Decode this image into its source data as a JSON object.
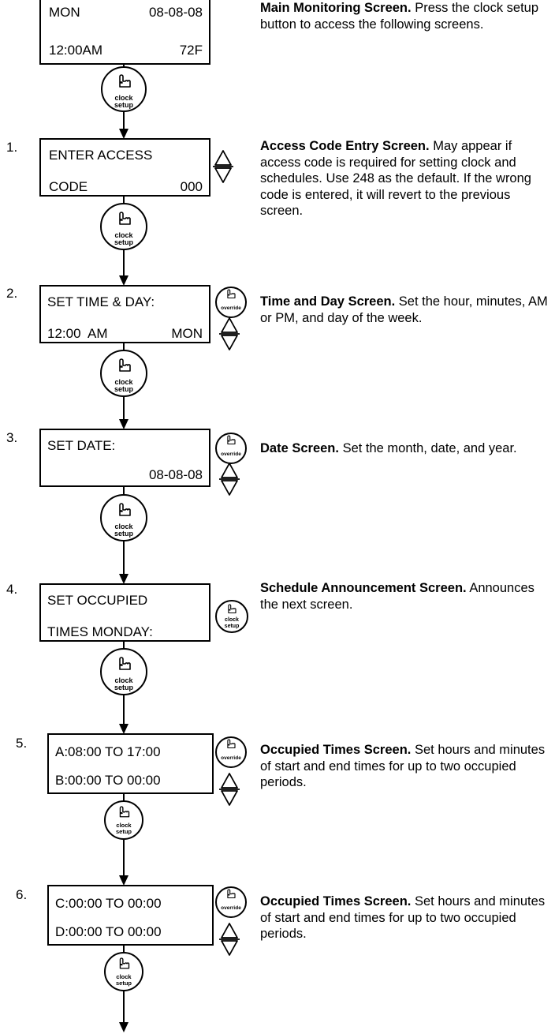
{
  "screens": [
    {
      "id": "main",
      "step": "",
      "line1_left": "MON",
      "line1_right": "08-08-08",
      "line2_left": "12:00AM",
      "line2_right": "72F",
      "desc_title": "Main Monitoring Screen.",
      "desc_text": "Press the clock setup button to access the following screens."
    },
    {
      "id": "access",
      "step": "1.",
      "line1_left": "ENTER ACCESS",
      "line1_right": "",
      "line2_left": "CODE",
      "line2_right": "000",
      "desc_title": "Access Code Entry Screen.",
      "desc_text": "May appear if access code is required for setting clock and schedules. Use 248 as the default. If the wrong code is entered, it will revert to the previous screen."
    },
    {
      "id": "timeday",
      "step": "2.",
      "line1_left": "SET TIME & DAY:",
      "line1_right": "",
      "line2_left": "12:00  AM",
      "line2_right": "MON",
      "desc_title": "Time and Day Screen.",
      "desc_text": "Set the hour, minutes, AM or PM, and day of the week."
    },
    {
      "id": "date",
      "step": "3.",
      "line1_left": "SET DATE:",
      "line1_right": "",
      "line2_left": "",
      "line2_right": "08-08-08",
      "desc_title": "Date Screen.",
      "desc_text": "Set the month, date, and year."
    },
    {
      "id": "schedule",
      "step": "4.",
      "line1_left": "SET OCCUPIED",
      "line1_right": "",
      "line2_left": "TIMES MONDAY:",
      "line2_right": "",
      "desc_title": "Schedule Announcement Screen.",
      "desc_text": "Announces the next screen."
    },
    {
      "id": "occupied1",
      "step": "5.",
      "line1_left": "A:08:00 TO 17:00",
      "line1_right": "",
      "line2_left": "B:00:00 TO 00:00",
      "line2_right": "",
      "desc_title": "Occupied Times Screen.",
      "desc_text": "Set hours and minutes of start and end times for up to two occupied periods."
    },
    {
      "id": "occupied2",
      "step": "6.",
      "line1_left": "C:00:00 TO 00:00",
      "line1_right": "",
      "line2_left": "D:00:00 TO 00:00",
      "line2_right": "",
      "desc_title": "Occupied Times Screen.",
      "desc_text": "Set hours and minutes of start and end times for up to two occupied periods."
    }
  ],
  "buttons": {
    "clock_line1": "clock",
    "clock_line2": "setup",
    "override": "override"
  }
}
